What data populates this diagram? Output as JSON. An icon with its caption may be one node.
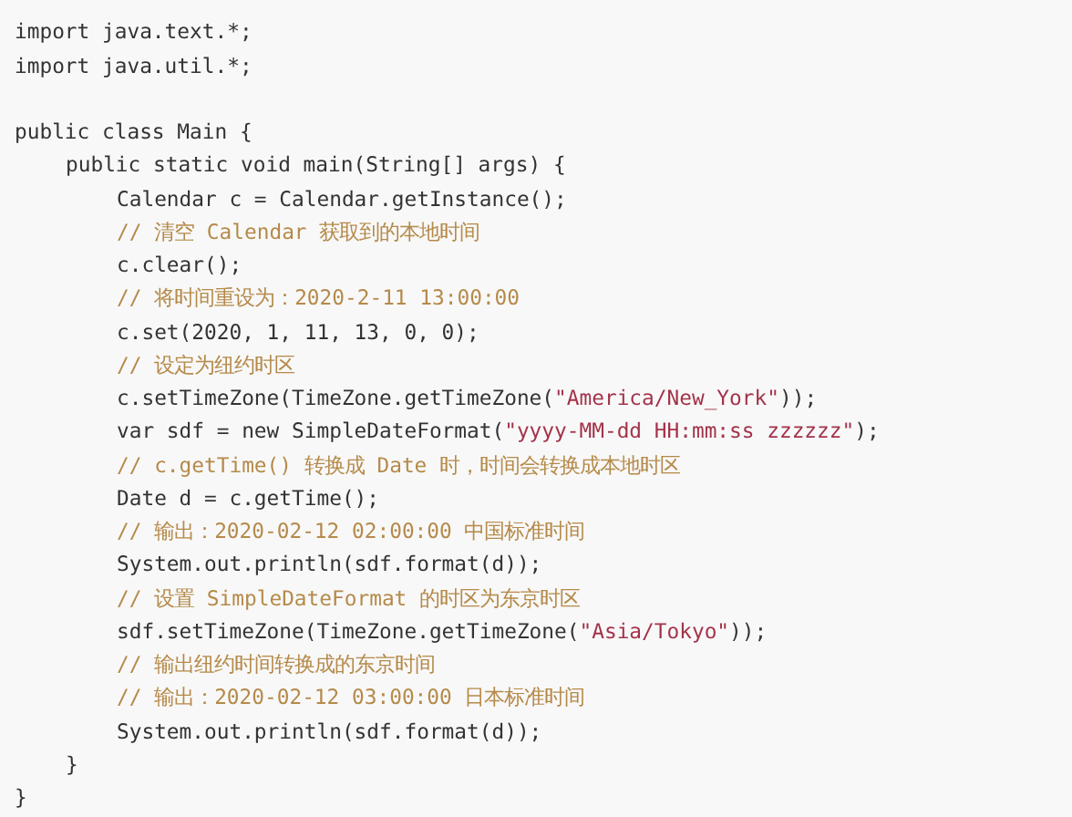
{
  "diagram": {
    "labels": [
      "import java.text.*;",
      "import java.util.*;",
      "public class Main {",
      "public static void main(String[] args) {",
      "Calendar c = Calendar.getInstance();",
      "// 清空 Calendar 获取到的本地时间",
      "c.clear();",
      "// 将时间重设为：2020-2-11 13:00:00",
      "c.set(2020, 1, 11, 13, 0, 0);",
      "// 设定为纽约时区",
      "c.setTimeZone(TimeZone.getTimeZone(\"America/New_York\"));",
      "var sdf = new SimpleDateFormat(\"yyyy-MM-dd HH:mm:ss zzzzzz\");",
      "// c.getTime() 转换成 Date 时，时间会转换成本地时区",
      "Date d = c.getTime();",
      "// 输出：2020-02-12 02:00:00 中国标准时间",
      "System.out.println(sdf.format(d));",
      "// 设置 SimpleDateFormat 的时区为东京时区",
      "sdf.setTimeZone(TimeZone.getTimeZone(\"Asia/Tokyo\"));",
      "// 输出纽约时间转换成的东京时间",
      "// 输出：2020-02-12 03:00:00 日本标准时间",
      "System.out.println(sdf.format(d));",
      "}",
      "}"
    ]
  }
}
